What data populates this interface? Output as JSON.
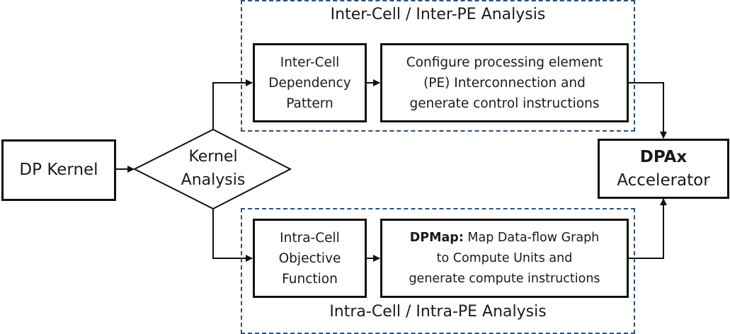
{
  "diagram": {
    "input_node": {
      "label": "DP Kernel"
    },
    "decision_node": {
      "line1": "Kernel",
      "line2": "Analysis"
    },
    "inter_group": {
      "title": "Inter-Cell / Inter-PE Analysis",
      "step1": {
        "line1": "Inter-Cell",
        "line2": "Dependency",
        "line3": "Pattern"
      },
      "step2": {
        "line1": "Configure processing element",
        "line2": "(PE) Interconnection and",
        "line3": "generate control instructions"
      }
    },
    "intra_group": {
      "title": "Intra-Cell / Intra-PE Analysis",
      "step1": {
        "line1": "Intra-Cell",
        "line2": "Objective",
        "line3": "Function"
      },
      "step2": {
        "bold_prefix": "DPMap:",
        "line1_rest": " Map Data-flow Graph",
        "line2": "to Compute Units and",
        "line3": "generate compute instructions"
      }
    },
    "output_node": {
      "line1": "DPAx",
      "line2": "Accelerator"
    },
    "colors": {
      "group_border": "#2f4f7f",
      "box_border": "#111111",
      "arrow": "#111111"
    }
  }
}
